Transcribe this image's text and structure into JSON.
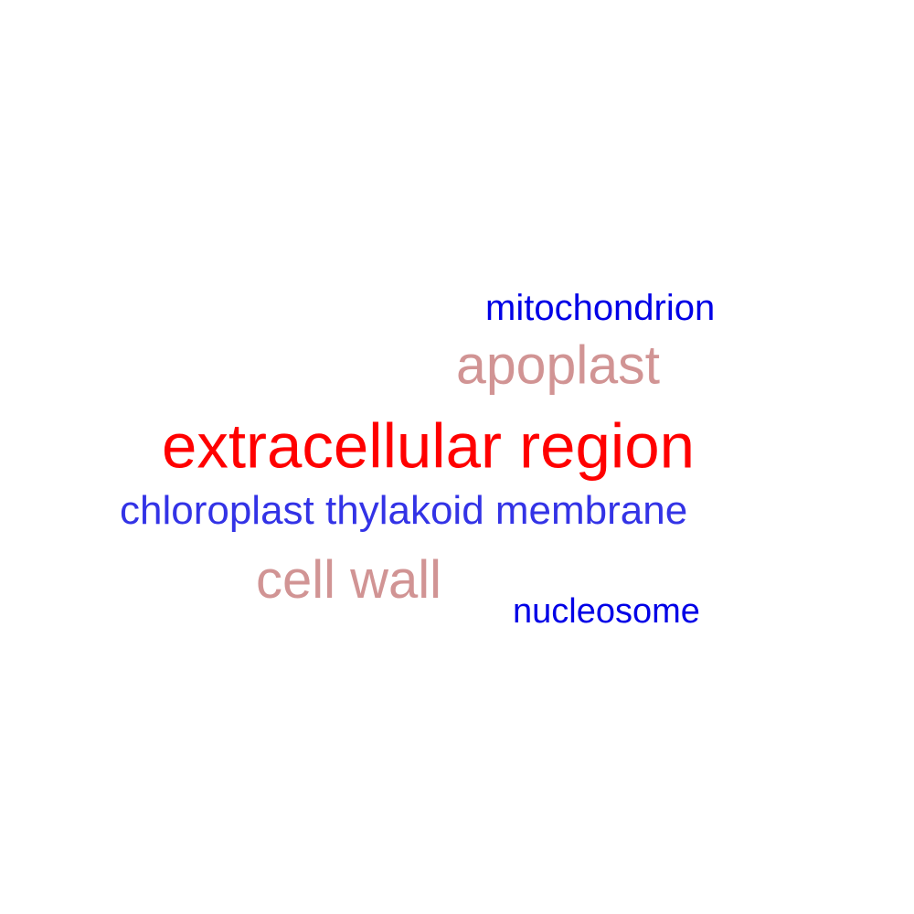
{
  "words": [
    {
      "text": "mitochondrion",
      "color": "#0000e6"
    },
    {
      "text": "apoplast",
      "color": "#d19494"
    },
    {
      "text": "extracellular region",
      "color": "#ff0000"
    },
    {
      "text": "chloroplast thylakoid membrane",
      "color": "#3333e6"
    },
    {
      "text": "cell wall",
      "color": "#d19494"
    },
    {
      "text": "nucleosome",
      "color": "#0000e6"
    }
  ]
}
